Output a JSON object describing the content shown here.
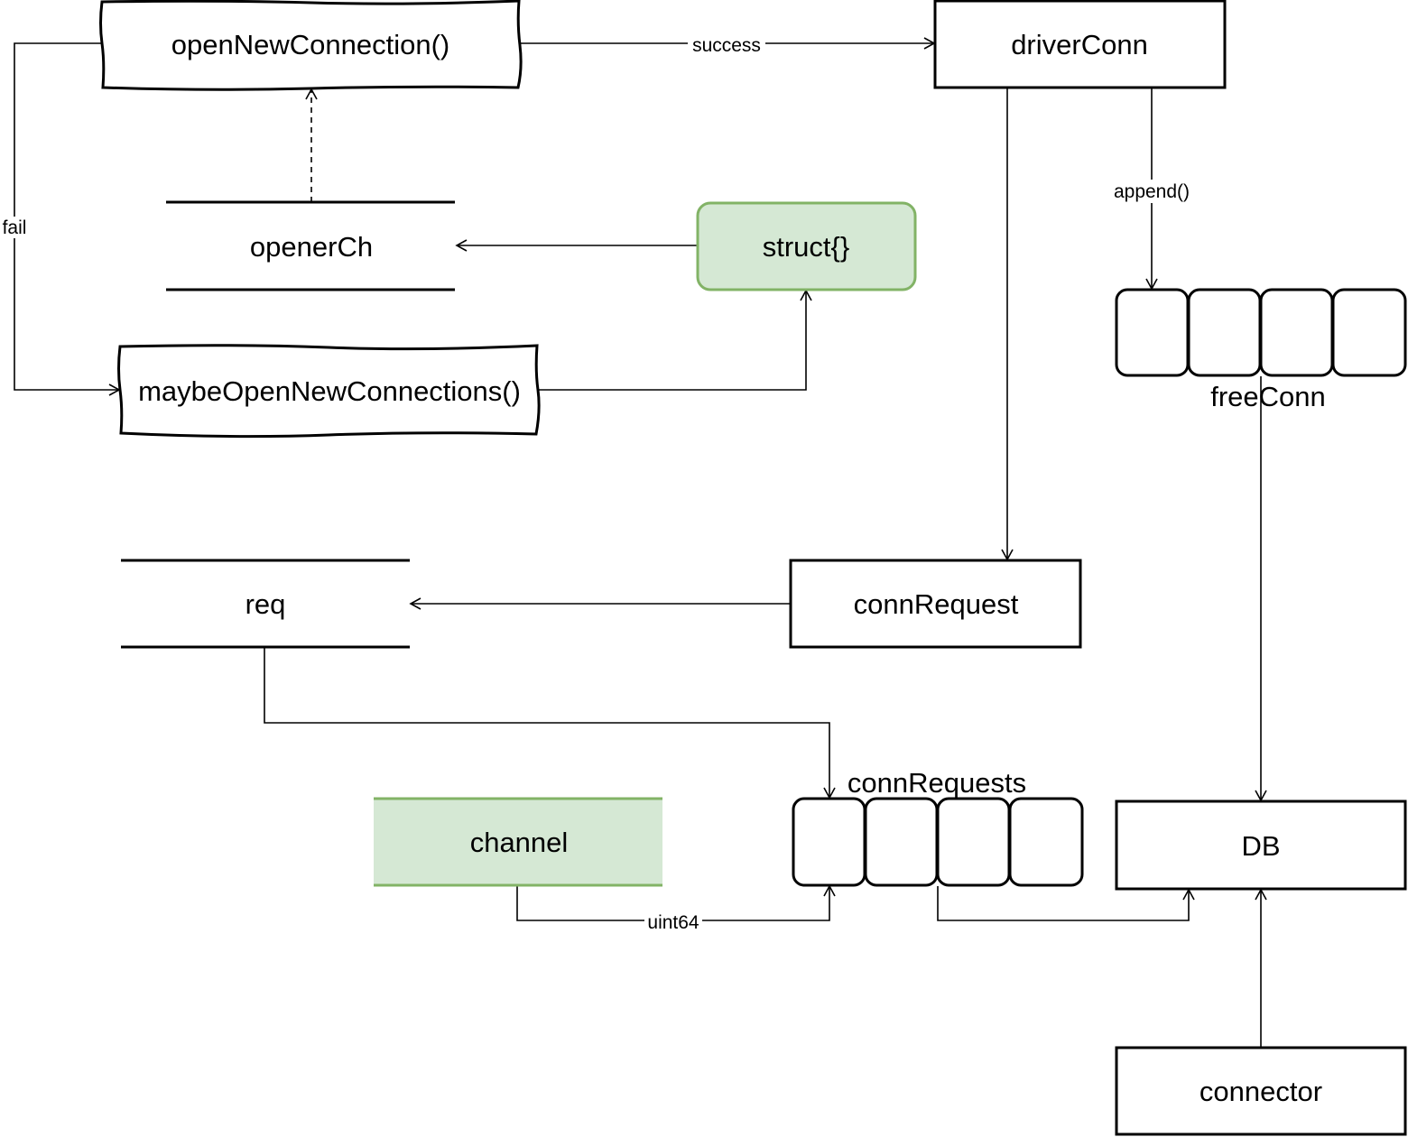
{
  "nodes": {
    "open_new_connection": "openNewConnection()",
    "driver_conn": "driverConn",
    "opener_ch": "openerCh",
    "struct": "struct{}",
    "maybe_open": "maybeOpenNewConnections()",
    "free_conn": "freeConn",
    "req": "req",
    "conn_request": "connRequest",
    "conn_requests": "connRequests",
    "channel": "channel",
    "db": "DB",
    "connector": "connector"
  },
  "edges": {
    "success": "success",
    "fail": "fail",
    "append": "append()",
    "uint64": "uint64"
  },
  "colors": {
    "green_fill": "#d5e8d4",
    "green_stroke": "#82b366",
    "stroke": "#000000"
  }
}
